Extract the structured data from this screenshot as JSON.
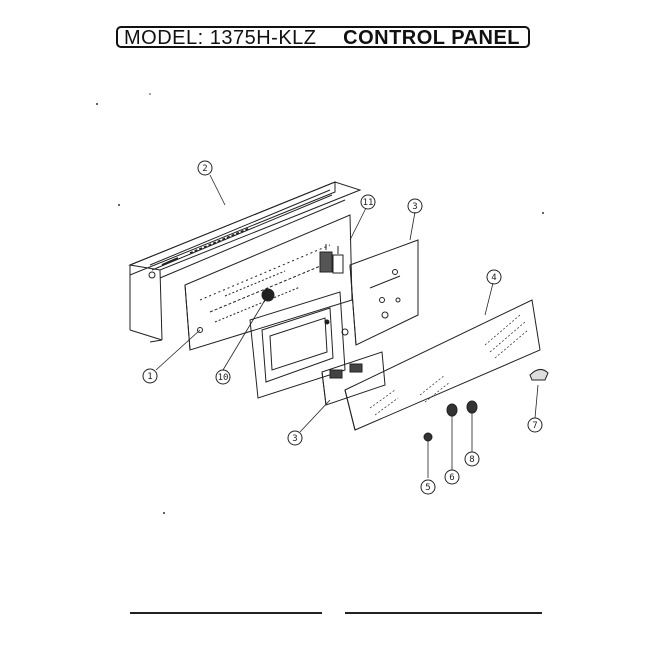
{
  "header": {
    "model_label": "MODEL: 1375H-KLZ",
    "section_label": "CONTROL PANEL"
  },
  "callouts": [
    "1",
    "2",
    "3",
    "3",
    "4",
    "5",
    "6",
    "7",
    "8",
    "10",
    "11"
  ]
}
